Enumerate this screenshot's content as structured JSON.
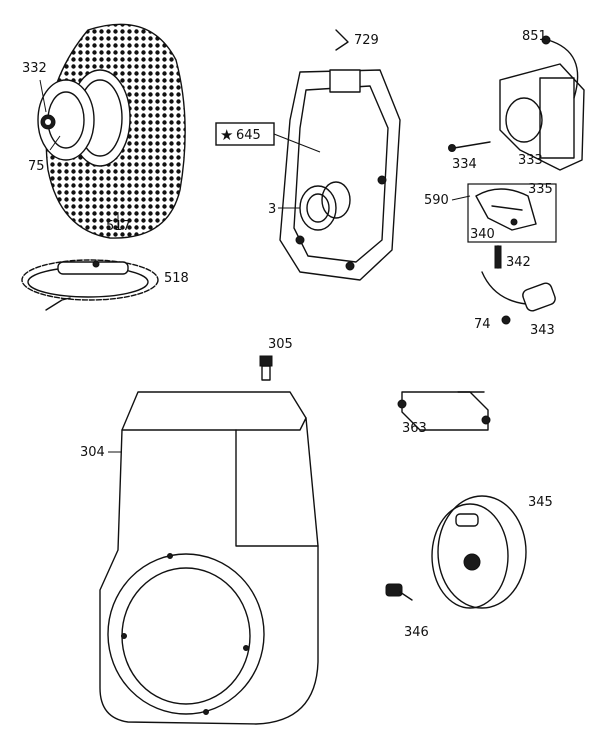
{
  "parts": {
    "flywheel": {
      "label_332": "332",
      "label_75": "75",
      "label_517": "517"
    },
    "starter_rope": {
      "label_518": "518"
    },
    "crankcase_cover": {
      "label_729": "729",
      "label_645": "645",
      "label_3": "3"
    },
    "ignition_coil": {
      "label_851": "851",
      "label_334": "334",
      "label_333": "333"
    },
    "breaker_points": {
      "label_335": "335",
      "label_590": "590",
      "label_340": "340",
      "label_342": "342"
    },
    "condenser": {
      "label_74": "74",
      "label_343": "343"
    },
    "blower_housing": {
      "label_305": "305",
      "label_304": "304"
    },
    "baffle": {
      "label_363": "363"
    },
    "dust_cover": {
      "label_345": "345",
      "label_346": "346"
    }
  },
  "icons": {
    "star": "star-icon"
  }
}
